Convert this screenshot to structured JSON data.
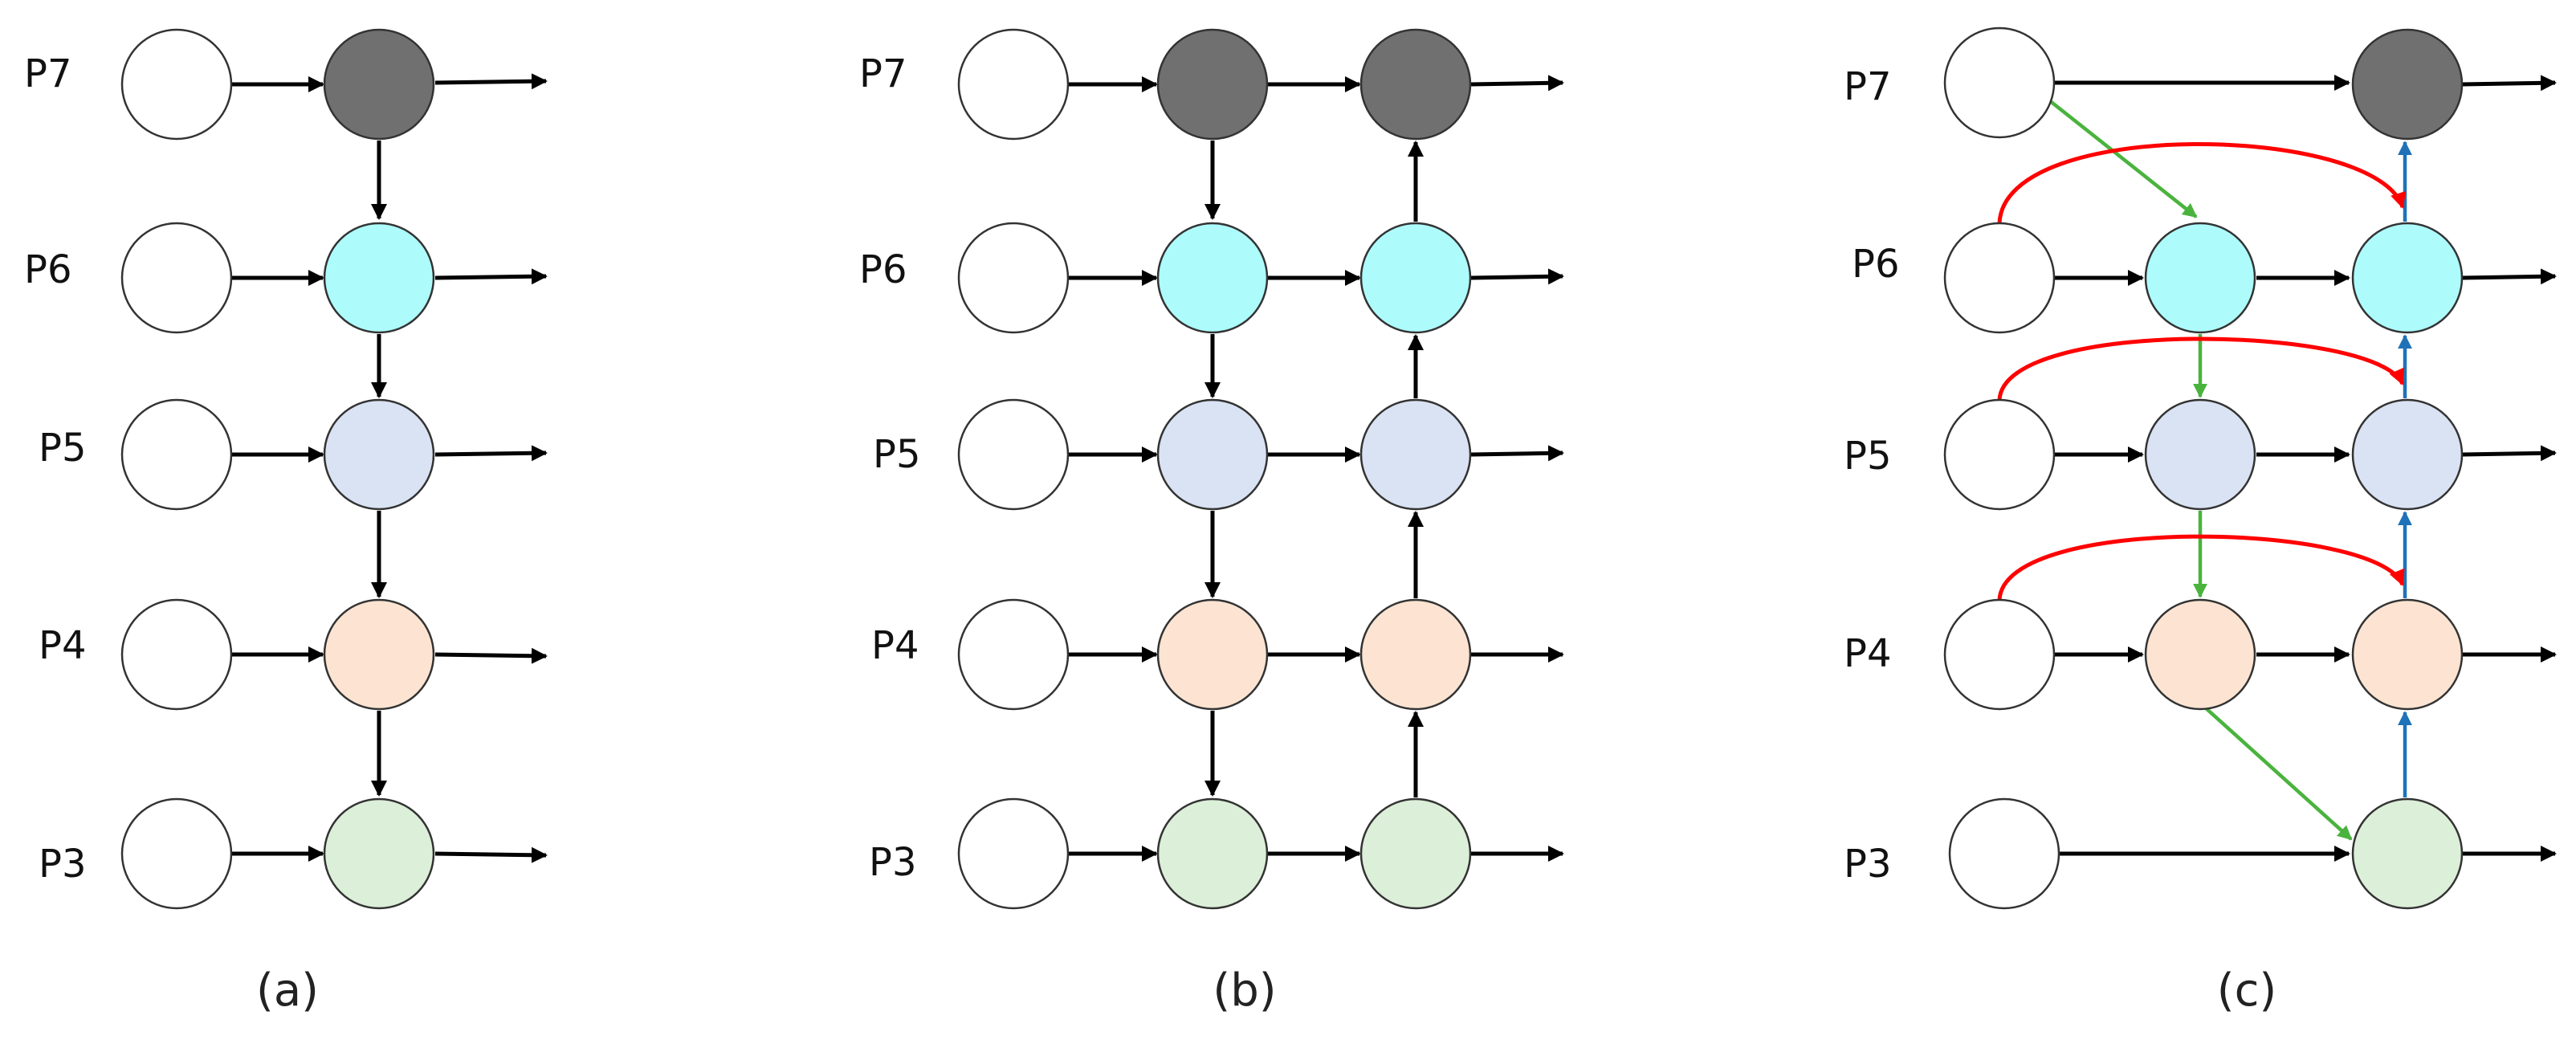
{
  "panels": [
    {
      "caption": "(a)",
      "levels": [
        "P7",
        "P6",
        "P5",
        "P4",
        "P3"
      ]
    },
    {
      "caption": "(b)",
      "levels": [
        "P7",
        "P6",
        "P5",
        "P4",
        "P3"
      ]
    },
    {
      "caption": "(c)",
      "levels": [
        "P7",
        "P6",
        "P5",
        "P4",
        "P3"
      ]
    }
  ],
  "colors": {
    "P7": "#707070",
    "P6": "#aefbfc",
    "P5": "#dae3f3",
    "P4": "#fde4d2",
    "P3": "#dcefd8",
    "input": "#ffffff",
    "outline": "#333333",
    "edge": "#000000",
    "top_down_edge": "#4ab33e",
    "bottom_up_edge": "#1f72b8",
    "skip_edge": "#ff0000"
  }
}
